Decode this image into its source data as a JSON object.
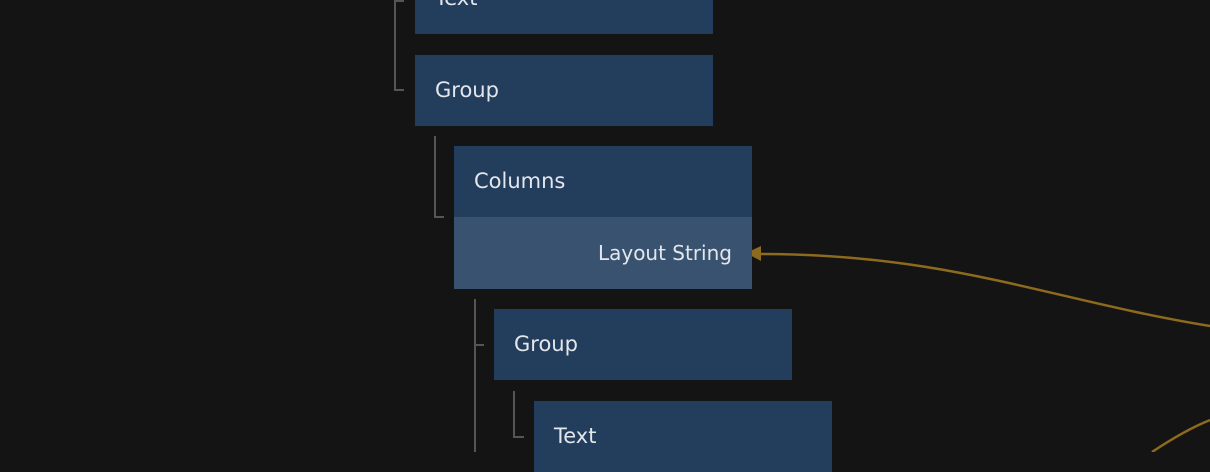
{
  "nodes": [
    {
      "title": "Text"
    },
    {
      "title": "Group"
    },
    {
      "title": "Columns",
      "input": "Layout String"
    },
    {
      "title": "Group"
    },
    {
      "title": "Text"
    }
  ],
  "colors": {
    "background": "#141414",
    "node": "#233d5c",
    "input_row": "#38526f",
    "wire": "#8c6a1e",
    "tree_line": "#555555"
  }
}
